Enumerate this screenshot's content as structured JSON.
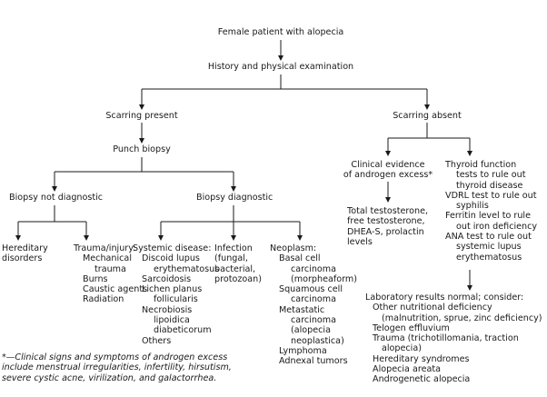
{
  "diagram": {
    "root": "Female patient with alopecia",
    "history": "History and physical examination",
    "scarring_present": "Scarring present",
    "punch_biopsy": "Punch biopsy",
    "biopsy_not_diagnostic": "Biopsy not diagnostic",
    "hereditary": [
      "Hereditary",
      "disorders"
    ],
    "trauma": {
      "title": "Trauma/injury:",
      "items": [
        "Mechanical",
        "trauma",
        "Burns",
        "Caustic agents",
        "Radiation"
      ]
    },
    "biopsy_diagnostic": "Biopsy diagnostic",
    "systemic": {
      "title": "Systemic disease:",
      "items": [
        "Discoid lupus",
        "erythematosus",
        "Sarcoidosis",
        "Lichen planus",
        "follicularis",
        "Necrobiosis",
        "lipoidica",
        "diabeticorum",
        "Others"
      ]
    },
    "infection": [
      "Infection",
      "(fungal,",
      "bacterial,",
      "protozoan)"
    ],
    "neoplasm": {
      "title": "Neoplasm:",
      "items": [
        "Basal cell",
        "carcinoma",
        "(morpheaform)",
        "Squamous cell",
        "carcinoma",
        "Metastatic",
        "carcinoma",
        "(alopecia",
        "neoplastica)"
      ],
      "tail": [
        "Lymphoma",
        "Adnexal tumors"
      ]
    },
    "scarring_absent": "Scarring absent",
    "androgen_evidence": [
      "Clinical evidence",
      "of androgen excess*"
    ],
    "androgen_tests": [
      "Total testosterone,",
      "free testosterone,",
      "DHEA-S, prolactin",
      "levels"
    ],
    "other_tests": [
      "Thyroid function",
      "tests to rule out",
      "thyroid disease",
      "VDRL test to rule out",
      "syphilis",
      "Ferritin level to rule",
      "out iron deficiency",
      "ANA test to rule out",
      "systemic lupus",
      "erythematosus"
    ],
    "normal_results": {
      "title": "Laboratory results normal; consider:",
      "lines": [
        "Other nutritional deficiency",
        "(malnutrition, sprue, zinc deficiency)",
        "Telogen effluvium",
        "Trauma (trichotillomania, traction",
        "alopecia)",
        "Hereditary syndromes",
        "Alopecia areata",
        "Androgenetic alopecia"
      ]
    },
    "footnote": [
      "*—Clinical signs and symptoms of androgen excess",
      "include menstrual irregularities, infertility, hirsutism,",
      "severe cystic acne, virilization, and galactorrhea."
    ]
  }
}
